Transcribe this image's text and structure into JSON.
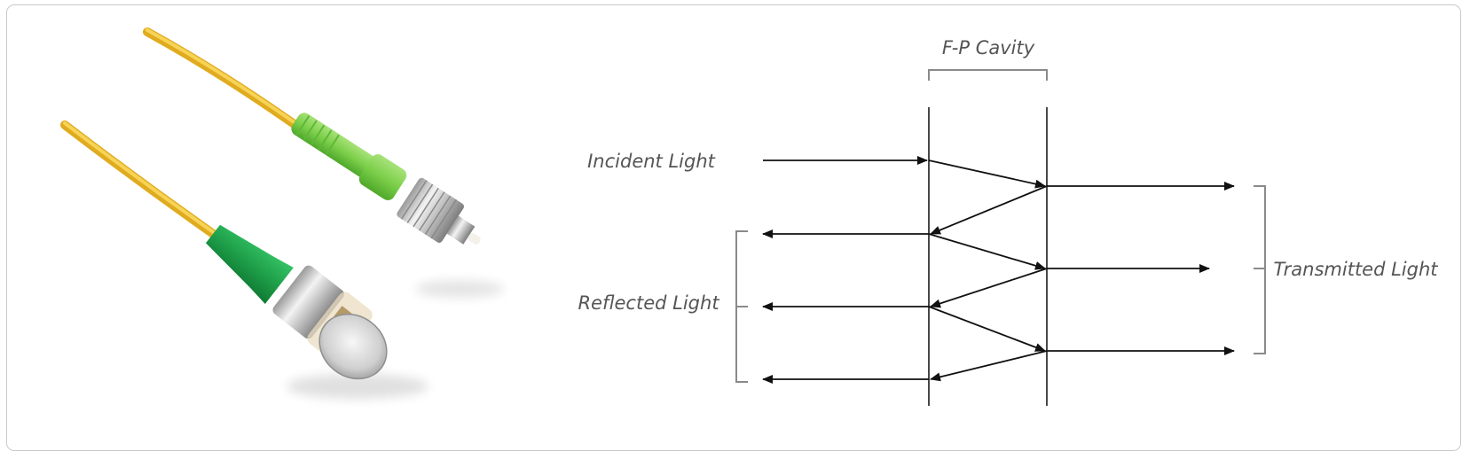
{
  "diagram": {
    "cavity_label": "F-P Cavity",
    "incident_label": "Incident Light",
    "reflected_label": "Reflected Light",
    "transmitted_label": "Transmitted Light"
  },
  "photo": {
    "subject": "fiber-optic-pressure-sensor",
    "cable_color": "#f2c230",
    "boot_color": "#7ccf4a",
    "sensor_boot_color": "#1fa04a"
  }
}
